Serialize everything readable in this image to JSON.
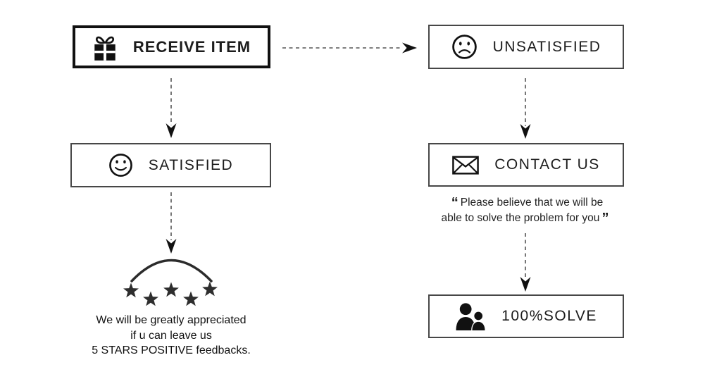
{
  "canvas": {
    "background": "#ffffff",
    "ink": "#1a1a1a"
  },
  "nodes": {
    "receive": {
      "label": "RECEIVE ITEM",
      "icon": "gift-icon"
    },
    "unsatisfied": {
      "label": "UNSATISFIED",
      "icon": "sad-face-icon"
    },
    "satisfied": {
      "label": "SATISFIED",
      "icon": "smiley-face-icon"
    },
    "contact": {
      "label": "CONTACT US",
      "icon": "envelope-icon"
    },
    "solve": {
      "label": "100%SOLVE",
      "icon": "people-icon"
    }
  },
  "quote": {
    "open": "“",
    "line1": "Please believe that we will be",
    "line2": "able to solve the problem for you",
    "close": "”"
  },
  "stars": {
    "count": 5
  },
  "caption": {
    "line1": "We will be greatly appreciated",
    "line2": "if u can leave us",
    "line3": "5 STARS POSITIVE feedbacks."
  }
}
